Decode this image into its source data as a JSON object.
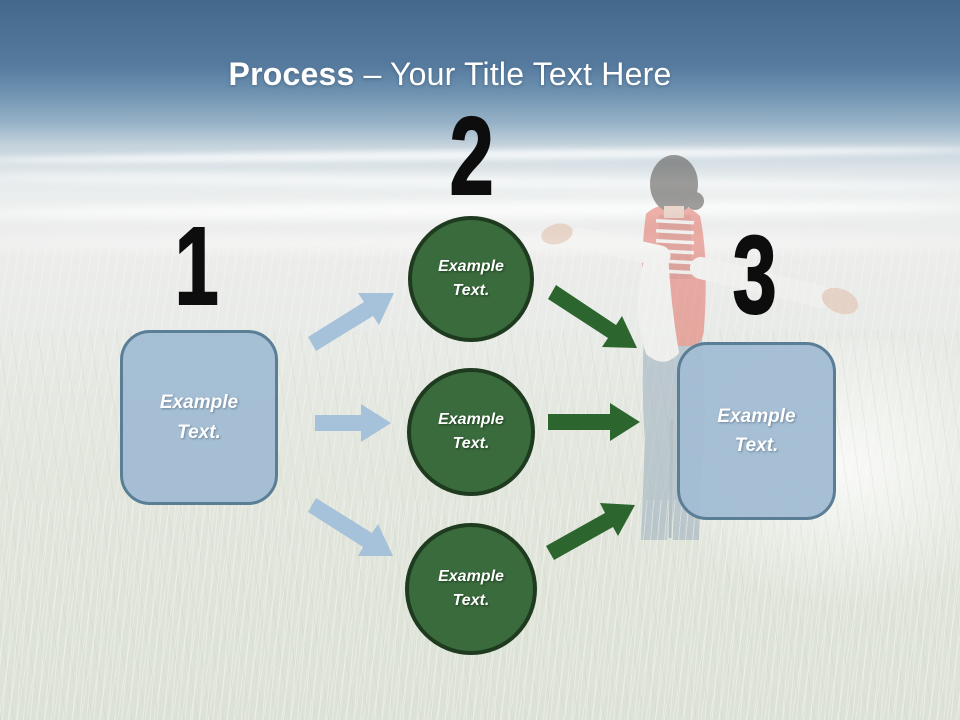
{
  "title": {
    "bold": "Process",
    "rest": "– Your Title Text Here"
  },
  "process": {
    "step1": {
      "number": "1",
      "label": "Example Text."
    },
    "step2": {
      "number": "2",
      "items": [
        {
          "label": "Example Text."
        },
        {
          "label": "Example Text."
        },
        {
          "label": "Example Text."
        }
      ]
    },
    "step3": {
      "number": "3",
      "label": "Example Text."
    }
  },
  "colors": {
    "box_fill": "#a2bcd3",
    "box_border": "#5b7e97",
    "circle_fill": "#3a6b3d",
    "circle_border": "#1f3b1f",
    "arrow_blue": "#a6c2da",
    "arrow_green": "#2d652e",
    "title_text": "#ffffff",
    "number_text": "#0d0d0d",
    "sky_top": "#44688c"
  }
}
